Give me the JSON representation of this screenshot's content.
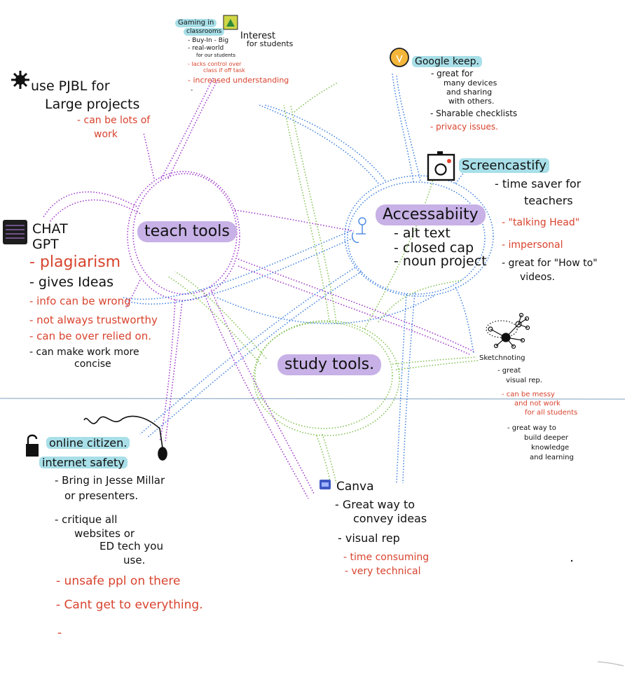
{
  "colors": {
    "ink": "#111111",
    "negative": "#d8432e",
    "highlight_cyan": "#a8dfe8",
    "highlight_purple": "#c7b1e6",
    "link_purple": "#9b2fc9",
    "link_blue": "#3a7de0",
    "link_green": "#7fbf4d"
  },
  "hubs": {
    "teach": {
      "label": "teach tools"
    },
    "access": {
      "label": "Accessabiity",
      "items": [
        "- alt text",
        "- closed cap",
        "- noun project"
      ]
    },
    "study": {
      "label": "study tools."
    }
  },
  "gaming": {
    "title_line1": "Gaming in",
    "title_line2": "classrooms",
    "items": [
      "- Buy-In - Big",
      "- real-world",
      "for our students",
      "- lacks control over",
      "class if off task",
      "- increased understanding",
      "-"
    ],
    "big_interest": "Interest",
    "for_students": "for students"
  },
  "pjbl": {
    "line1": "use PJBL for",
    "line2": "Large projects",
    "con1": "- can be lots of",
    "con2": "work"
  },
  "keep": {
    "title": "Google keep.",
    "pro1": "- great for",
    "pro2": "many devices",
    "pro3": "and sharing",
    "pro4": "with others.",
    "pro5": "- Sharable checklists",
    "con1": "- privacy issues."
  },
  "screencastify": {
    "title": "Screencastify",
    "pro1": "- time saver for",
    "pro2": "teachers",
    "con1": "- \"talking Head\"",
    "con2": "- impersonal",
    "pro3": "- great for \"How to\"",
    "pro4": "videos."
  },
  "chatgpt": {
    "title_line1": "CHAT",
    "title_line2": "GPT",
    "con1": "- plagiarism",
    "pro1": "- gives Ideas",
    "con2": "- info can be wrong",
    "con3": "- not always trustworthy",
    "con4": "- can be over relied on.",
    "pro2": "- can make work more",
    "pro3": "concise"
  },
  "sketchnoting": {
    "title": "Sketchnoting",
    "pro1": "- great",
    "pro2": "visual rep.",
    "con1": "- can be messy",
    "con2": "and not work",
    "con3": "for all students",
    "pro3": "- great way to",
    "pro4": "build deeper",
    "pro5": "knowledge",
    "pro6": "and learning"
  },
  "citizen": {
    "title1": "online citizen.",
    "title2": "internet safety",
    "pro1": "- Bring in Jesse Millar",
    "pro2": "or presenters.",
    "pro3": "- critique all",
    "pro4": "websites or",
    "pro5": "ED tech you",
    "pro6": "use.",
    "con1": "- unsafe ppl on there",
    "con2": "- Cant get to everything.",
    "con3": "-"
  },
  "canva": {
    "title": "Canva",
    "pro1": "- Great way to",
    "pro2": "convey ideas",
    "pro3": "- visual rep",
    "con1": "- time consuming",
    "con2": "- very technical"
  }
}
